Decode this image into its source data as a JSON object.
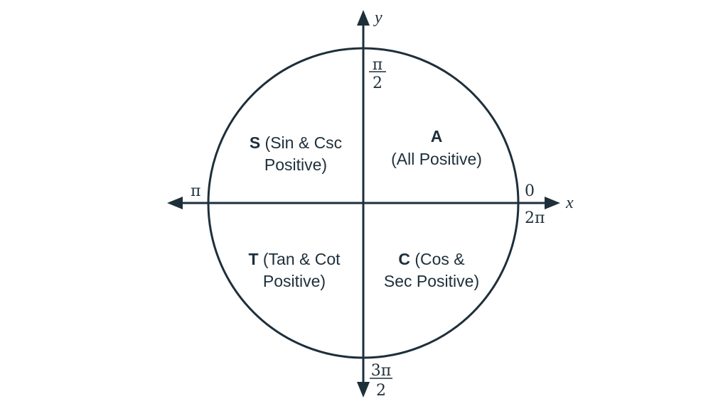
{
  "colors": {
    "stroke": "#1e2f3a"
  },
  "axes": {
    "x_label": "x",
    "y_label": "y"
  },
  "angles": {
    "zero": "0",
    "two_pi": "2π",
    "pi": "π",
    "half_pi": {
      "num": "π",
      "den": "2"
    },
    "three_half_pi": {
      "num": "3π",
      "den": "2"
    }
  },
  "quadrants": {
    "q1": {
      "letter": "A",
      "line1": "",
      "line2": "(All Positive)"
    },
    "q2": {
      "letter": "S",
      "line1": " (Sin & Csc",
      "line2": "Positive)"
    },
    "q3": {
      "letter": "T",
      "line1": " (Tan & Cot",
      "line2": "Positive)"
    },
    "q4": {
      "letter": "C",
      "line1": " (Cos &",
      "line2": "Sec Positive)"
    }
  }
}
